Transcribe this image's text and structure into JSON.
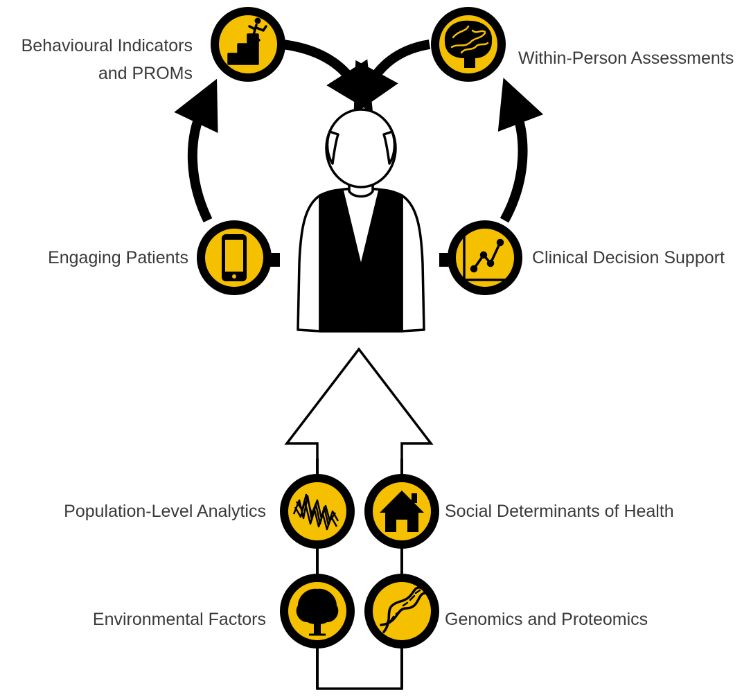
{
  "colors": {
    "icon_fill": "#F5C000",
    "outline": "#000000",
    "label_text": "#3a3a3a",
    "background": "#ffffff"
  },
  "labels": {
    "behavioural_line1": "Behavioural Indicators",
    "behavioural_line2": "and PROMs",
    "within_person": "Within-Person Assessments",
    "engaging_patients": "Engaging Patients",
    "clinical_decision": "Clinical Decision Support",
    "population_analytics": "Population-Level Analytics",
    "social_determinants": "Social Determinants of Health",
    "environmental_factors": "Environmental Factors",
    "genomics_proteomics": "Genomics and Proteomics"
  },
  "icons": {
    "behavioural": "stairs-climber-icon",
    "within_person": "brain-icon",
    "engaging_patients": "smartphone-icon",
    "clinical_decision": "line-chart-icon",
    "population_analytics": "analytics-waveform-icon",
    "social_determinants": "house-icon",
    "environmental_factors": "tree-icon",
    "genomics_proteomics": "dna-helix-icon"
  }
}
